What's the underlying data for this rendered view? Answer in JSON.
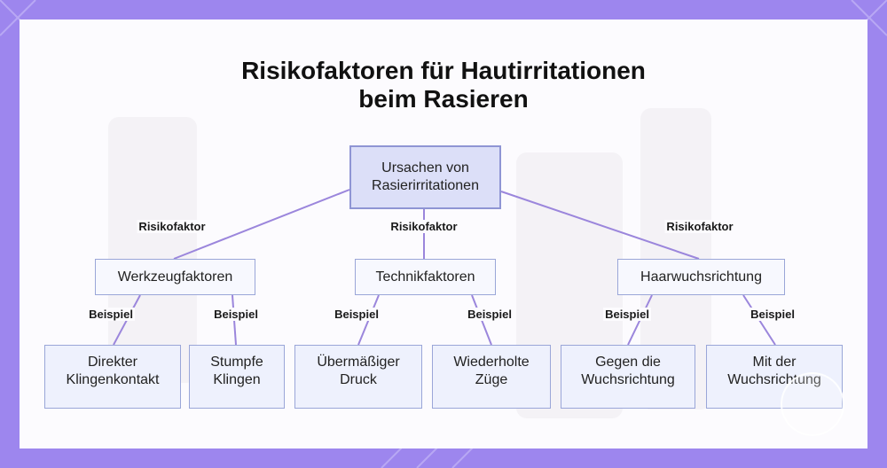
{
  "title": {
    "line1": "Risikofaktoren für Hautirritationen",
    "line2": "beim Rasieren"
  },
  "root": {
    "line1": "Ursachen von",
    "line2": "Rasierirritationen"
  },
  "edge_label_risk": "Risikofaktor",
  "edge_label_example": "Beispiel",
  "categories": [
    {
      "label": "Werkzeugfaktoren",
      "examples": [
        {
          "line1": "Direkter",
          "line2": "Klingenkontakt"
        },
        {
          "line1": "Stumpfe",
          "line2": "Klingen"
        }
      ]
    },
    {
      "label": "Technikfaktoren",
      "examples": [
        {
          "line1": "Übermäßiger",
          "line2": "Druck"
        },
        {
          "line1": "Wiederholte",
          "line2": "Züge"
        }
      ]
    },
    {
      "label": "Haarwuchsrichtung",
      "examples": [
        {
          "line1": "Gegen die",
          "line2": "Wuchsrichtung"
        },
        {
          "line1": "Mit der",
          "line2": "Wuchsrichtung"
        }
      ]
    }
  ],
  "colors": {
    "frame": "#9d86ee",
    "connector": "#9b86dc",
    "node_fill": "#eef1fd",
    "node_border": "#9aa6d8",
    "root_fill": "#dcdff8"
  }
}
